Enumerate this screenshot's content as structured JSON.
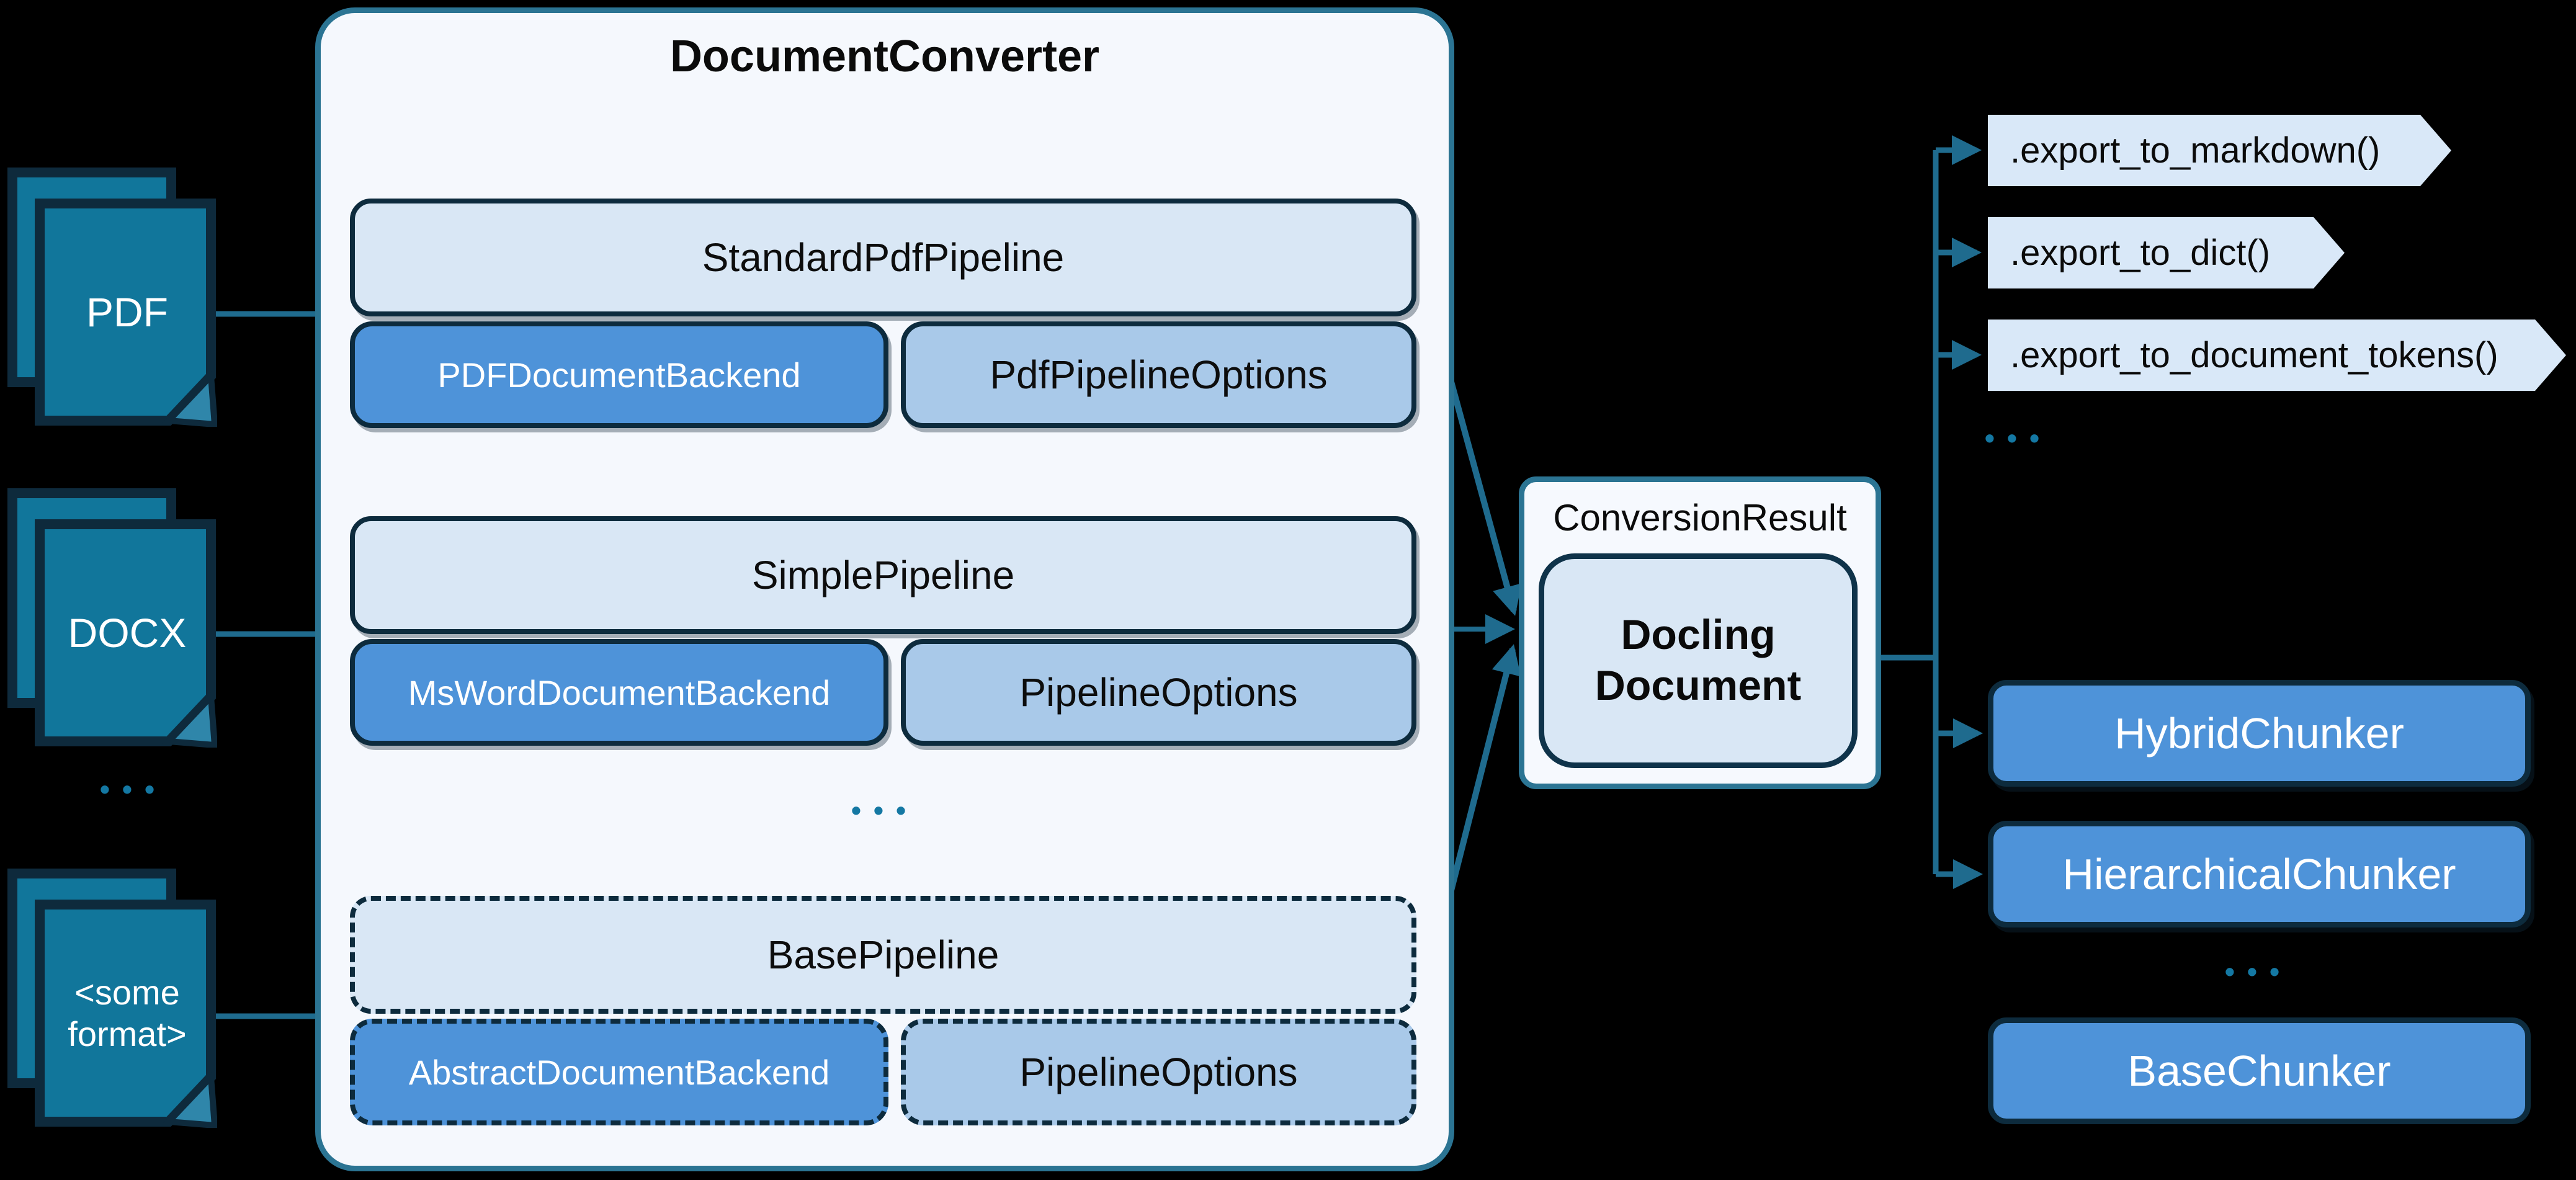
{
  "title": "DocumentConverter",
  "inputs": {
    "pdf": "PDF",
    "docx": "DOCX",
    "other": "<some\nformat>",
    "ellipsis": "•••"
  },
  "converter": {
    "pipelines": [
      {
        "name": "StandardPdfPipeline",
        "backend": "PDFDocumentBackend",
        "options": "PdfPipelineOptions",
        "dashed": false
      },
      {
        "name": "SimplePipeline",
        "backend": "MsWordDocumentBackend",
        "options": "PipelineOptions",
        "dashed": false
      },
      {
        "name": "BasePipeline",
        "backend": "AbstractDocumentBackend",
        "options": "PipelineOptions",
        "dashed": true
      }
    ],
    "ellipsis": "•••"
  },
  "result": {
    "label": "ConversionResult",
    "document": "Docling\nDocument"
  },
  "exports": {
    "methods": [
      ".export_to_markdown()",
      ".export_to_dict()",
      ".export_to_document_tokens()"
    ],
    "ellipsis": "•••"
  },
  "chunkers": {
    "items": [
      "HybridChunker",
      "HierarchicalChunker"
    ],
    "ellipsis": "•••",
    "base": "BaseChunker"
  },
  "colors": {
    "background": "#000000",
    "document_teal": "#11769b",
    "navy_border": "#0d2b3d",
    "line_teal": "#1f6b8e",
    "container_border": "#2b7493",
    "container_bg": "#f5f8fd",
    "box_light_blue": "#d9e7f5",
    "box_blue": "#4e93d9",
    "box_mid_blue": "#a9c9e9",
    "chevron_bg": "#d9e8f8",
    "dots": "#1478a3"
  }
}
